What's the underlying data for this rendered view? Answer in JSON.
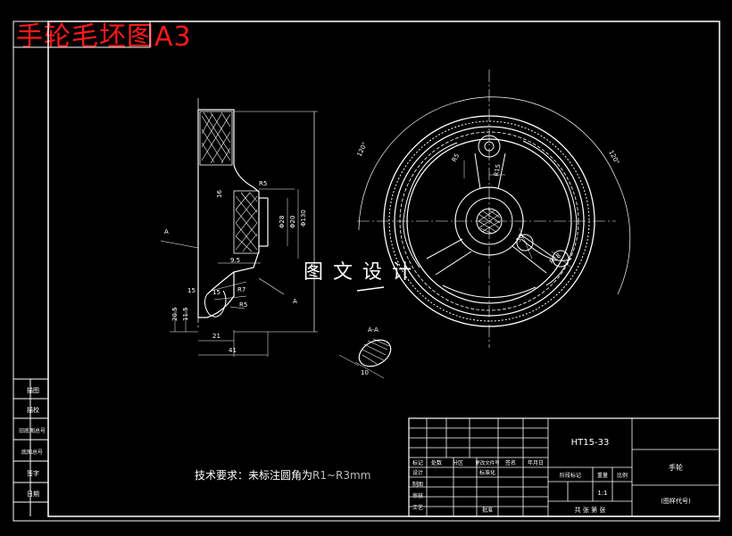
{
  "title": "手轮毛坯图A3",
  "overlay_text": "图文设计",
  "requirements": {
    "label": "技术要求：未标注圆角为",
    "value": "R1~R3mm"
  },
  "left_strip": [
    "描图",
    "描校",
    "旧底图总号",
    "底图总号",
    "签字",
    "日期"
  ],
  "title_block": {
    "material": "HT15-33",
    "part_name": "手轮",
    "drawing_no": "(图样代号)",
    "scale": "1:1",
    "sheets": "共  张  第  张",
    "header_cells": [
      "标记",
      "处数",
      "分区",
      "更改文件号",
      "签名",
      "年月日"
    ],
    "row_labels": [
      "设计",
      "制图",
      "审核",
      "工艺"
    ],
    "standardize": "标准化",
    "approve": "批准",
    "stage_mark": "阶段标记",
    "weight": "重量",
    "ratio": "比例"
  },
  "dims": {
    "d130": "Φ130",
    "d28": "Φ28",
    "d20": "Φ20",
    "d16": "16",
    "d9_5": "9.5",
    "r7": "R7",
    "r5": "R5",
    "r15": "15",
    "d15": "15",
    "h20_5": "20.5",
    "h11_5": "11.5",
    "w21": "21",
    "w41": "41",
    "r25": "R5",
    "a_left": "A",
    "a_right": "A",
    "section": "A-A",
    "s10": "10",
    "ang_l": "120°",
    "ang_r": "120°",
    "hub_r": "R5",
    "spoke_w": "30",
    "spoke_r": "R15",
    "spoke_r2": "R18"
  }
}
